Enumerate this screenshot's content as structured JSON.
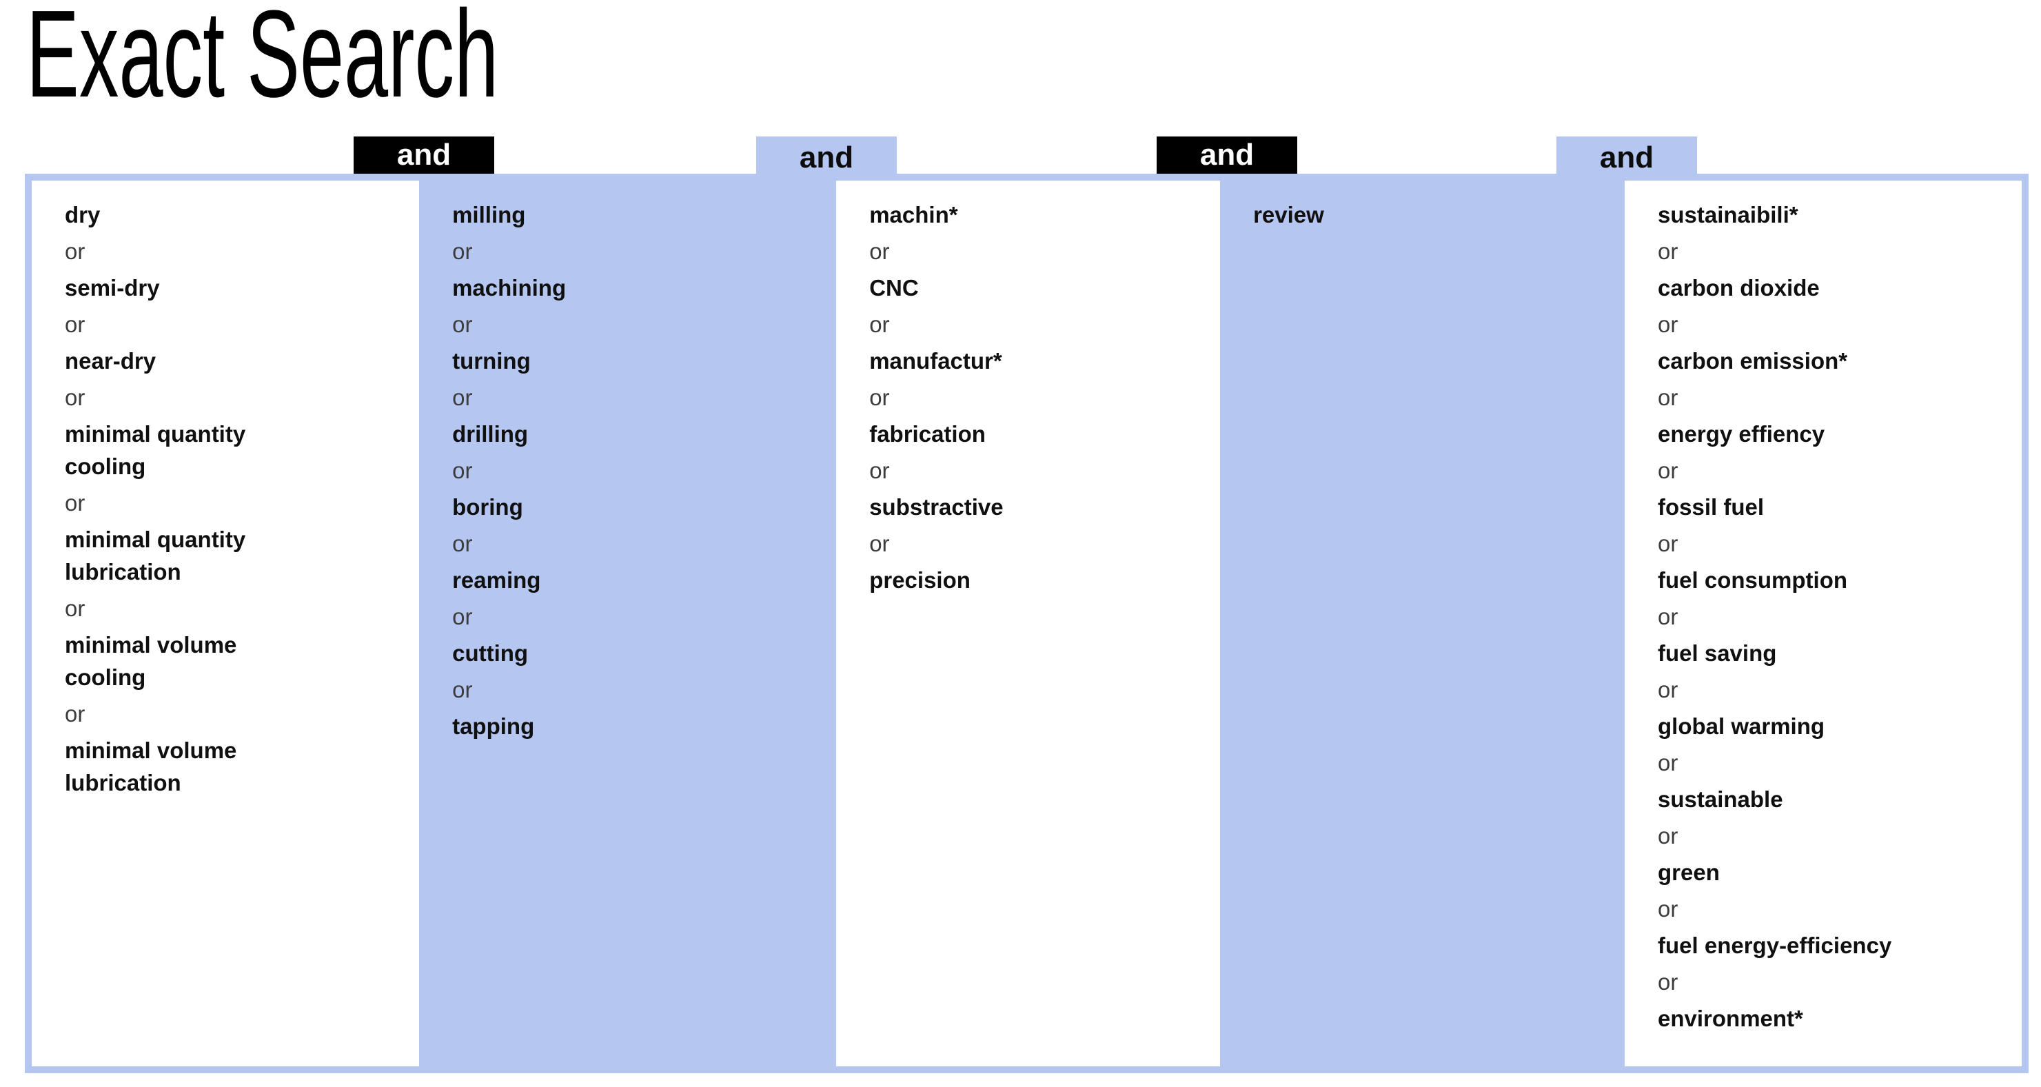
{
  "title": "Exact Search",
  "or_label": "or",
  "colors": {
    "highlight_blue": "#b5c6f1",
    "operator_black": "#000000",
    "term_text": "#101010",
    "or_text": "#3d3d3d"
  },
  "operators": [
    {
      "label": "and",
      "style": "black"
    },
    {
      "label": "and",
      "style": "blue"
    },
    {
      "label": "and",
      "style": "black"
    },
    {
      "label": "and",
      "style": "blue"
    }
  ],
  "columns": [
    {
      "background": "white",
      "terms": [
        "dry",
        "semi-dry",
        "near-dry",
        "minimal quantity\ncooling",
        "minimal quantity\nlubrication",
        "minimal volume\ncooling",
        "minimal volume\nlubrication"
      ]
    },
    {
      "background": "blue",
      "terms": [
        "milling",
        "machining",
        "turning",
        "drilling",
        "boring",
        "reaming",
        "cutting",
        "tapping"
      ]
    },
    {
      "background": "white",
      "terms": [
        "machin*",
        "CNC",
        "manufactur*",
        "fabrication",
        "substractive",
        "precision"
      ]
    },
    {
      "background": "blue",
      "terms": [
        "review"
      ]
    },
    {
      "background": "white",
      "terms": [
        "sustainaibili*",
        "carbon dioxide",
        "carbon emission*",
        "energy effiency",
        "fossil fuel",
        "fuel consumption",
        "fuel saving",
        "global warming",
        "sustainable",
        "green",
        "fuel energy-efficiency",
        "environment*"
      ]
    }
  ]
}
